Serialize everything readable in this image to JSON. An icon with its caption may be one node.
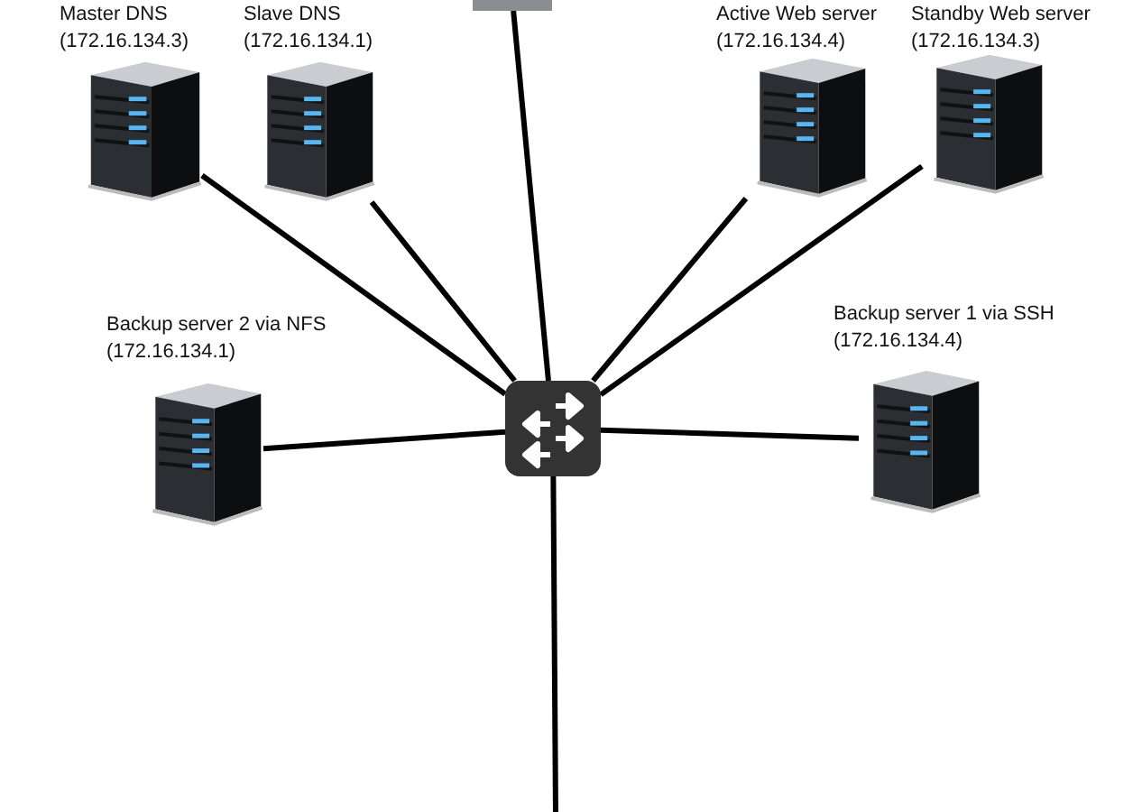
{
  "diagram": {
    "nodes": [
      {
        "text": [],
        "shape": "box"
      },
      {
        "text": [
          "Master DNS",
          "(172.16.134.3)"
        ]
      },
      {
        "text": [
          "Slave DNS",
          "(172.16.134.1)"
        ]
      },
      {
        "text": [
          "Active Web server",
          "(172.16.134.4)"
        ]
      },
      {
        "text": [
          "Standby Web server",
          "(172.16.134.3)"
        ]
      },
      {
        "text": [
          "Backup server 2 via NFS",
          "(172.16.134.1)"
        ]
      },
      {
        "text": [
          "Backup server 1 via SSH",
          "(172.16.134.4)"
        ]
      },
      {
        "text": [],
        "shape": "picture"
      }
    ],
    "edges": [
      {
        "from": 7,
        "to": 0,
        "arrow": "none"
      },
      {
        "from": 7,
        "to": 1,
        "arrow": "none"
      },
      {
        "from": 7,
        "to": 2,
        "arrow": "none"
      },
      {
        "from": 7,
        "to": 3,
        "arrow": "none"
      },
      {
        "from": 7,
        "to": 4,
        "arrow": "none"
      },
      {
        "from": 7,
        "to": 5,
        "arrow": "none"
      },
      {
        "from": 7,
        "to": 6,
        "arrow": "none"
      },
      {
        "from": 7,
        "to": null,
        "arrow": "none"
      }
    ]
  }
}
